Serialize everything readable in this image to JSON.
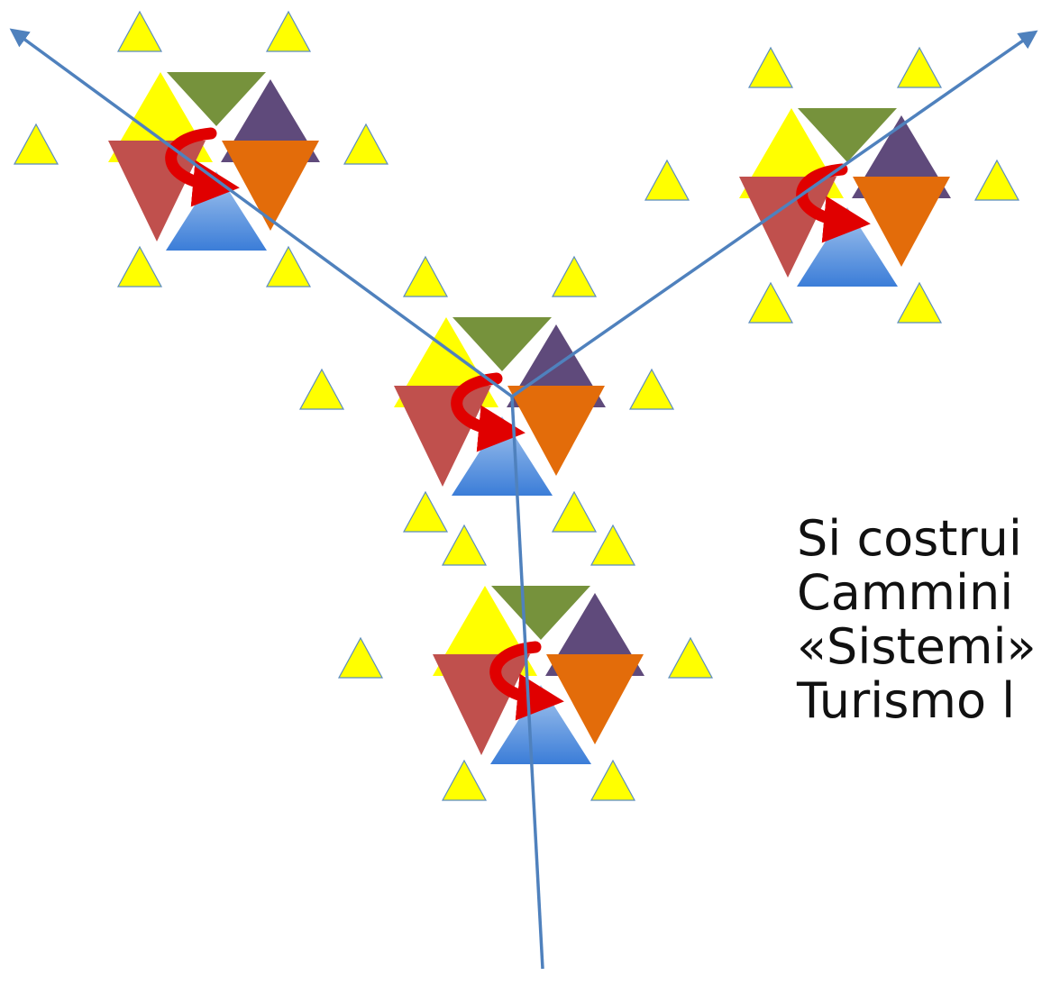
{
  "caption_lines": [
    "Si costrui",
    "Cammini",
    "«Sistemi»",
    "Turismo l"
  ],
  "colors": {
    "small_triangle": "#ffff00",
    "small_triangle_border": "#5b8cbf",
    "yellow": "#ffff00",
    "green": "#76923c",
    "purple": "#5f4a7b",
    "orange": "#e36c0a",
    "red": "#c0504d",
    "blue_top": "#a7c7ee",
    "blue_bottom": "#3b7dd8",
    "arrow_line": "#4f81bd",
    "rotation_arrow": "#e00000"
  },
  "nodes": [
    {
      "name": "top-left"
    },
    {
      "name": "center"
    },
    {
      "name": "top-right"
    },
    {
      "name": "bottom"
    }
  ]
}
